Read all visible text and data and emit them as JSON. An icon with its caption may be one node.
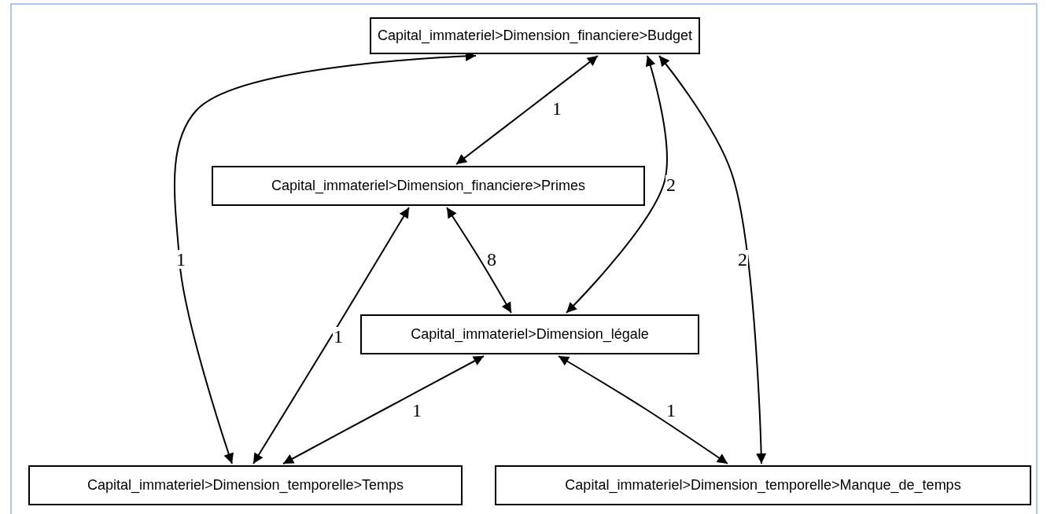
{
  "diagram": {
    "nodes": [
      {
        "text": [
          "Capital_immateriel>Dimension_financiere>Budget"
        ]
      },
      {
        "text": [
          "Capital_immateriel>Dimension_financiere>Primes"
        ]
      },
      {
        "text": [
          "Capital_immateriel>Dimension_légale"
        ]
      },
      {
        "text": [
          "Capital_immateriel>Dimension_temporelle>Temps"
        ]
      },
      {
        "text": [
          "Capital_immateriel>Dimension_temporelle>Manque_de_temps"
        ]
      }
    ],
    "edges": [
      {
        "from": 0,
        "to": 1,
        "arrow": "both",
        "label": "1"
      },
      {
        "from": 0,
        "to": 2,
        "arrow": "both",
        "label": "2"
      },
      {
        "from": 0,
        "to": 4,
        "arrow": "both",
        "label": "2"
      },
      {
        "from": 0,
        "to": 3,
        "arrow": "both",
        "label": "1"
      },
      {
        "from": 1,
        "to": 2,
        "arrow": "both",
        "label": "8"
      },
      {
        "from": 1,
        "to": 3,
        "arrow": "both",
        "label": "1"
      },
      {
        "from": 2,
        "to": 3,
        "arrow": "both",
        "label": "1"
      },
      {
        "from": 2,
        "to": 4,
        "arrow": "both",
        "label": "1"
      }
    ]
  }
}
